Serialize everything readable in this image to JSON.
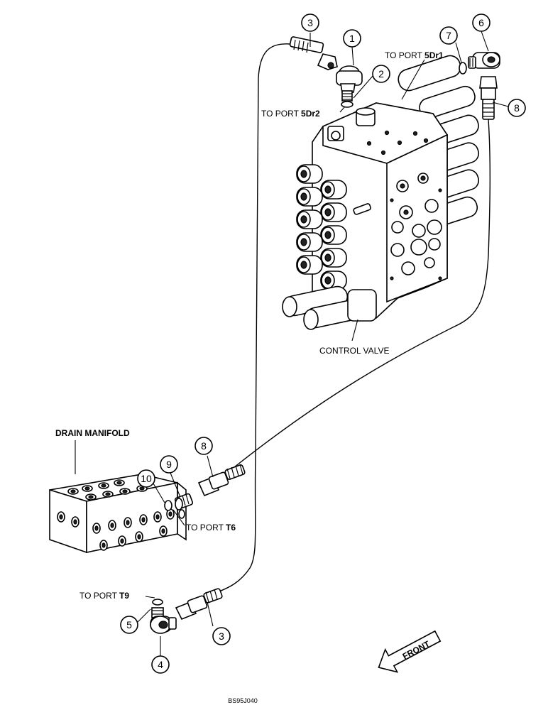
{
  "callouts": {
    "c1": "1",
    "c2": "2",
    "c3a": "3",
    "c3b": "3",
    "c4": "4",
    "c5": "5",
    "c6": "6",
    "c7": "7",
    "c8a": "8",
    "c8b": "8",
    "c9": "9",
    "c10": "10"
  },
  "labels": {
    "to_port_5dr1_prefix": "TO PORT ",
    "to_port_5dr1_port": "5Dr1",
    "to_port_5dr2_prefix": "TO PORT ",
    "to_port_5dr2_port": "5Dr2",
    "control_valve": "CONTROL VALVE",
    "drain_manifold": "DRAIN MANIFOLD",
    "to_port_t6_prefix": "TO PORT ",
    "to_port_t6_port": "T6",
    "to_port_t9_prefix": "TO PORT ",
    "to_port_t9_port": "T9",
    "front": "FRONT",
    "figure_code": "BS95J040"
  }
}
